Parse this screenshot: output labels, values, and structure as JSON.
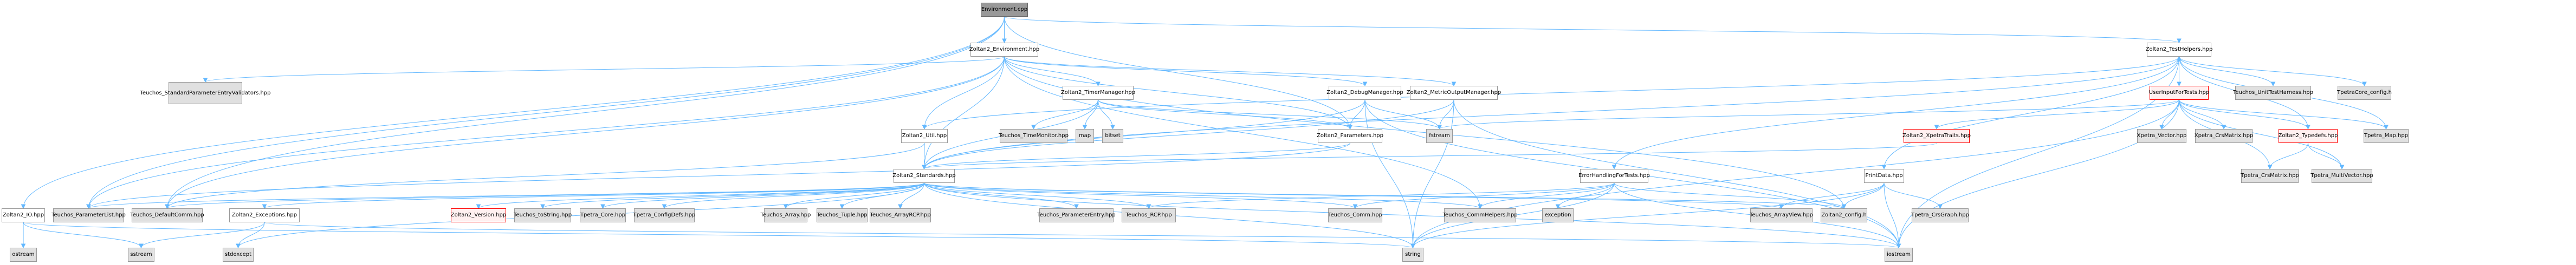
{
  "graph": {
    "title": "Environment.cpp include dependency graph",
    "colors": {
      "edge": "#63b8ff",
      "root_fill": "#999999",
      "internal_fill": "#ffffff",
      "external_fill": "#e0e0e0",
      "truncated_fill": "#fff0f0",
      "truncated_border": "#ff0000"
    },
    "nodes": [
      {
        "id": "env_cpp",
        "label": "Environment.cpp",
        "kind": "root"
      },
      {
        "id": "z2_env",
        "label": "Zoltan2_Environment.hpp",
        "kind": "internal"
      },
      {
        "id": "z2_testhelpers",
        "label": "Zoltan2_TestHelpers.hpp",
        "kind": "internal"
      },
      {
        "id": "t_spev",
        "label": "Teuchos_StandardParameterEntryValidators.hpp",
        "kind": "external"
      },
      {
        "id": "z2_timer",
        "label": "Zoltan2_TimerManager.hpp",
        "kind": "internal"
      },
      {
        "id": "z2_debug",
        "label": "Zoltan2_DebugManager.hpp",
        "kind": "internal"
      },
      {
        "id": "z2_metric",
        "label": "Zoltan2_MetricOutputManager.hpp",
        "kind": "internal"
      },
      {
        "id": "userinput",
        "label": "UserInputForTests.hpp",
        "kind": "truncated"
      },
      {
        "id": "t_unittest",
        "label": "Teuchos_UnitTestHarness.hpp",
        "kind": "external"
      },
      {
        "id": "tpetracore_cfg",
        "label": "TpetraCore_config.h",
        "kind": "external"
      },
      {
        "id": "z2_util",
        "label": "Zoltan2_Util.hpp",
        "kind": "internal"
      },
      {
        "id": "t_timemon",
        "label": "Teuchos_TimeMonitor.hpp",
        "kind": "external"
      },
      {
        "id": "map",
        "label": "map",
        "kind": "external"
      },
      {
        "id": "bitset",
        "label": "bitset",
        "kind": "external"
      },
      {
        "id": "z2_params",
        "label": "Zoltan2_Parameters.hpp",
        "kind": "internal"
      },
      {
        "id": "fstream",
        "label": "fstream",
        "kind": "external"
      },
      {
        "id": "z2_xpetratraits",
        "label": "Zoltan2_XpetraTraits.hpp",
        "kind": "truncated"
      },
      {
        "id": "x_vector",
        "label": "Xpetra_Vector.hpp",
        "kind": "external"
      },
      {
        "id": "x_crsmatrix",
        "label": "Xpetra_CrsMatrix.hpp",
        "kind": "external"
      },
      {
        "id": "z2_typedefs",
        "label": "Zoltan2_Typedefs.hpp",
        "kind": "truncated"
      },
      {
        "id": "tp_map",
        "label": "Tpetra_Map.hpp",
        "kind": "external"
      },
      {
        "id": "z2_standards",
        "label": "Zoltan2_Standards.hpp",
        "kind": "internal"
      },
      {
        "id": "errhandling",
        "label": "ErrorHandlingForTests.hpp",
        "kind": "internal"
      },
      {
        "id": "printdata",
        "label": "PrintData.hpp",
        "kind": "internal"
      },
      {
        "id": "tp_crsmatrix",
        "label": "Tpetra_CrsMatrix.hpp",
        "kind": "external"
      },
      {
        "id": "tp_multivector",
        "label": "Tpetra_MultiVector.hpp",
        "kind": "external"
      },
      {
        "id": "z2_io",
        "label": "Zoltan2_IO.hpp",
        "kind": "internal"
      },
      {
        "id": "t_paramlist",
        "label": "Teuchos_ParameterList.hpp",
        "kind": "external"
      },
      {
        "id": "t_defaultcomm",
        "label": "Teuchos_DefaultComm.hpp",
        "kind": "external"
      },
      {
        "id": "z2_exceptions",
        "label": "Zoltan2_Exceptions.hpp",
        "kind": "internal"
      },
      {
        "id": "z2_version",
        "label": "Zoltan2_Version.hpp",
        "kind": "truncated"
      },
      {
        "id": "t_tostring",
        "label": "Teuchos_toString.hpp",
        "kind": "external"
      },
      {
        "id": "tp_core",
        "label": "Tpetra_Core.hpp",
        "kind": "external"
      },
      {
        "id": "tp_configdefs",
        "label": "Tpetra_ConfigDefs.hpp",
        "kind": "external"
      },
      {
        "id": "t_array",
        "label": "Teuchos_Array.hpp",
        "kind": "external"
      },
      {
        "id": "t_tuple",
        "label": "Teuchos_Tuple.hpp",
        "kind": "external"
      },
      {
        "id": "t_arrayrcp",
        "label": "Teuchos_ArrayRCP.hpp",
        "kind": "external"
      },
      {
        "id": "t_paramentry",
        "label": "Teuchos_ParameterEntry.hpp",
        "kind": "external"
      },
      {
        "id": "t_rcp",
        "label": "Teuchos_RCP.hpp",
        "kind": "external"
      },
      {
        "id": "t_comm",
        "label": "Teuchos_Comm.hpp",
        "kind": "external"
      },
      {
        "id": "t_commhelpers",
        "label": "Teuchos_CommHelpers.hpp",
        "kind": "external"
      },
      {
        "id": "exception",
        "label": "exception",
        "kind": "external"
      },
      {
        "id": "t_arrayview",
        "label": "Teuchos_ArrayView.hpp",
        "kind": "external"
      },
      {
        "id": "z2_config",
        "label": "Zoltan2_config.h",
        "kind": "external"
      },
      {
        "id": "tp_crsgraph",
        "label": "Tpetra_CrsGraph.hpp",
        "kind": "external"
      },
      {
        "id": "ostream",
        "label": "ostream",
        "kind": "external"
      },
      {
        "id": "sstream",
        "label": "sstream",
        "kind": "external"
      },
      {
        "id": "stdexcept",
        "label": "stdexcept",
        "kind": "external"
      },
      {
        "id": "string",
        "label": "string",
        "kind": "external"
      },
      {
        "id": "iostream",
        "label": "iostream",
        "kind": "external"
      }
    ],
    "edges": [
      [
        "env_cpp",
        "z2_env"
      ],
      [
        "env_cpp",
        "z2_testhelpers"
      ],
      [
        "env_cpp",
        "t_paramlist"
      ],
      [
        "env_cpp",
        "t_defaultcomm"
      ],
      [
        "env_cpp",
        "z2_params"
      ],
      [
        "env_cpp",
        "z2_io"
      ],
      [
        "z2_env",
        "t_spev"
      ],
      [
        "z2_env",
        "z2_timer"
      ],
      [
        "z2_env",
        "z2_debug"
      ],
      [
        "z2_env",
        "z2_metric"
      ],
      [
        "z2_env",
        "z2_util"
      ],
      [
        "z2_env",
        "z2_params"
      ],
      [
        "z2_env",
        "t_paramlist"
      ],
      [
        "z2_env",
        "t_defaultcomm"
      ],
      [
        "z2_env",
        "t_commhelpers"
      ],
      [
        "z2_env",
        "z2_config"
      ],
      [
        "z2_env",
        "z2_standards"
      ],
      [
        "z2_timer",
        "t_timemon"
      ],
      [
        "z2_timer",
        "map"
      ],
      [
        "z2_timer",
        "bitset"
      ],
      [
        "z2_timer",
        "z2_standards"
      ],
      [
        "z2_timer",
        "fstream"
      ],
      [
        "z2_timer",
        "z2_params"
      ],
      [
        "z2_debug",
        "z2_params"
      ],
      [
        "z2_debug",
        "fstream"
      ],
      [
        "z2_debug",
        "string"
      ],
      [
        "z2_debug",
        "iostream"
      ],
      [
        "z2_debug",
        "z2_standards"
      ],
      [
        "z2_metric",
        "fstream"
      ],
      [
        "z2_metric",
        "string"
      ],
      [
        "z2_metric",
        "iostream"
      ],
      [
        "z2_metric",
        "z2_standards"
      ],
      [
        "z2_util",
        "z2_standards"
      ],
      [
        "z2_util",
        "t_defaultcomm"
      ],
      [
        "z2_params",
        "z2_standards"
      ],
      [
        "z2_params",
        "t_paramlist"
      ],
      [
        "z2_standards",
        "t_paramlist"
      ],
      [
        "z2_standards",
        "t_defaultcomm"
      ],
      [
        "z2_standards",
        "z2_exceptions"
      ],
      [
        "z2_standards",
        "z2_version"
      ],
      [
        "z2_standards",
        "t_tostring"
      ],
      [
        "z2_standards",
        "tp_core"
      ],
      [
        "z2_standards",
        "tp_configdefs"
      ],
      [
        "z2_standards",
        "t_array"
      ],
      [
        "z2_standards",
        "t_tuple"
      ],
      [
        "z2_standards",
        "t_arrayrcp"
      ],
      [
        "z2_standards",
        "t_paramentry"
      ],
      [
        "z2_standards",
        "t_rcp"
      ],
      [
        "z2_standards",
        "t_comm"
      ],
      [
        "z2_standards",
        "t_commhelpers"
      ],
      [
        "z2_standards",
        "t_arrayview"
      ],
      [
        "z2_standards",
        "z2_config"
      ],
      [
        "z2_standards",
        "iostream"
      ],
      [
        "z2_standards",
        "stdexcept"
      ],
      [
        "z2_standards",
        "string"
      ],
      [
        "z2_io",
        "ostream"
      ],
      [
        "z2_io",
        "sstream"
      ],
      [
        "z2_io",
        "string"
      ],
      [
        "z2_exceptions",
        "sstream"
      ],
      [
        "z2_exceptions",
        "stdexcept"
      ],
      [
        "z2_exceptions",
        "iostream"
      ],
      [
        "z2_testhelpers",
        "userinput"
      ],
      [
        "z2_testhelpers",
        "t_unittest"
      ],
      [
        "z2_testhelpers",
        "tpetracore_cfg"
      ],
      [
        "z2_testhelpers",
        "tp_map"
      ],
      [
        "z2_testhelpers",
        "errhandling"
      ],
      [
        "z2_testhelpers",
        "printdata"
      ],
      [
        "z2_testhelpers",
        "z2_standards"
      ],
      [
        "z2_testhelpers",
        "iostream"
      ],
      [
        "z2_testhelpers",
        "z2_util"
      ],
      [
        "userinput",
        "z2_testhelpers"
      ],
      [
        "userinput",
        "z2_xpetratraits"
      ],
      [
        "userinput",
        "x_vector"
      ],
      [
        "userinput",
        "x_crsmatrix"
      ],
      [
        "userinput",
        "z2_typedefs"
      ],
      [
        "userinput",
        "tp_map"
      ],
      [
        "userinput",
        "tp_crsmatrix"
      ],
      [
        "userinput",
        "tp_multivector"
      ],
      [
        "userinput",
        "fstream"
      ],
      [
        "userinput",
        "iostream"
      ],
      [
        "userinput",
        "string"
      ],
      [
        "z2_typedefs",
        "z2_testhelpers"
      ],
      [
        "z2_typedefs",
        "tp_crsmatrix"
      ],
      [
        "z2_typedefs",
        "tp_multivector"
      ],
      [
        "z2_xpetratraits",
        "z2_standards"
      ],
      [
        "errhandling",
        "t_comm"
      ],
      [
        "errhandling",
        "t_rcp"
      ],
      [
        "errhandling",
        "t_commhelpers"
      ],
      [
        "errhandling",
        "exception"
      ],
      [
        "errhandling",
        "string"
      ],
      [
        "errhandling",
        "iostream"
      ],
      [
        "errhandling",
        "z2_config"
      ],
      [
        "printdata",
        "t_arrayview"
      ],
      [
        "printdata",
        "z2_config"
      ],
      [
        "printdata",
        "tp_crsgraph"
      ],
      [
        "printdata",
        "iostream"
      ],
      [
        "printdata",
        "string"
      ]
    ]
  }
}
